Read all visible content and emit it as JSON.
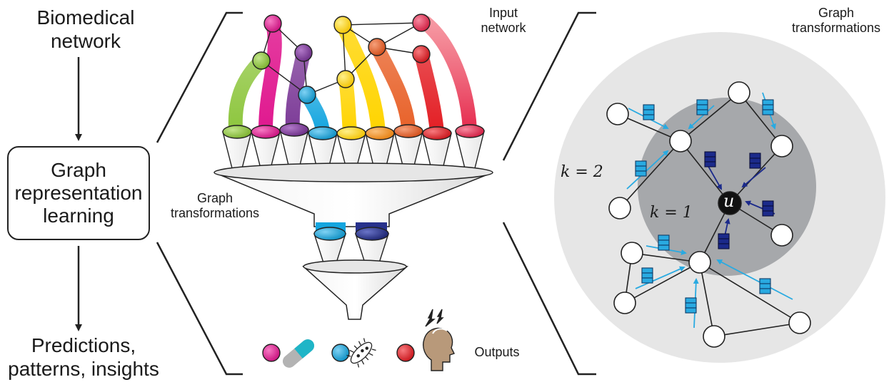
{
  "left": {
    "top_label": "Biomedical network",
    "top_label_line1": "Biomedical",
    "top_label_line2": "network",
    "box_label_line1": "Graph",
    "box_label_line2": "representation",
    "box_label_line3": "learning",
    "bottom_label_line1": "Predictions,",
    "bottom_label_line2": "patterns, insights"
  },
  "middle": {
    "input_label_line1": "Input",
    "input_label_line2": "network",
    "transform_label_line1": "Graph",
    "transform_label_line2": "transformations",
    "outputs_label": "Outputs",
    "colors": {
      "magenta": "#e0198f",
      "green": "#8ec63f",
      "purple": "#7d3c98",
      "blue": "#13a5df",
      "yellow": "#ffd400",
      "orange": "#f7931e",
      "dark_orange": "#e8622a",
      "red": "#e31e24",
      "crimson": "#e5294d",
      "navy": "#27318c"
    },
    "output_icons": [
      "pill-icon",
      "microbe-icon",
      "head-icon"
    ]
  },
  "right": {
    "title_line1": "Graph",
    "title_line2": "transformations",
    "k2_label": "k = 2",
    "k1_label": "k = 1",
    "center_node_label": "u",
    "colors": {
      "outer": "#e6e6e6",
      "inner": "#a6a8ab",
      "message_light": "#29aae1",
      "message_dark": "#1b2a8b"
    }
  }
}
